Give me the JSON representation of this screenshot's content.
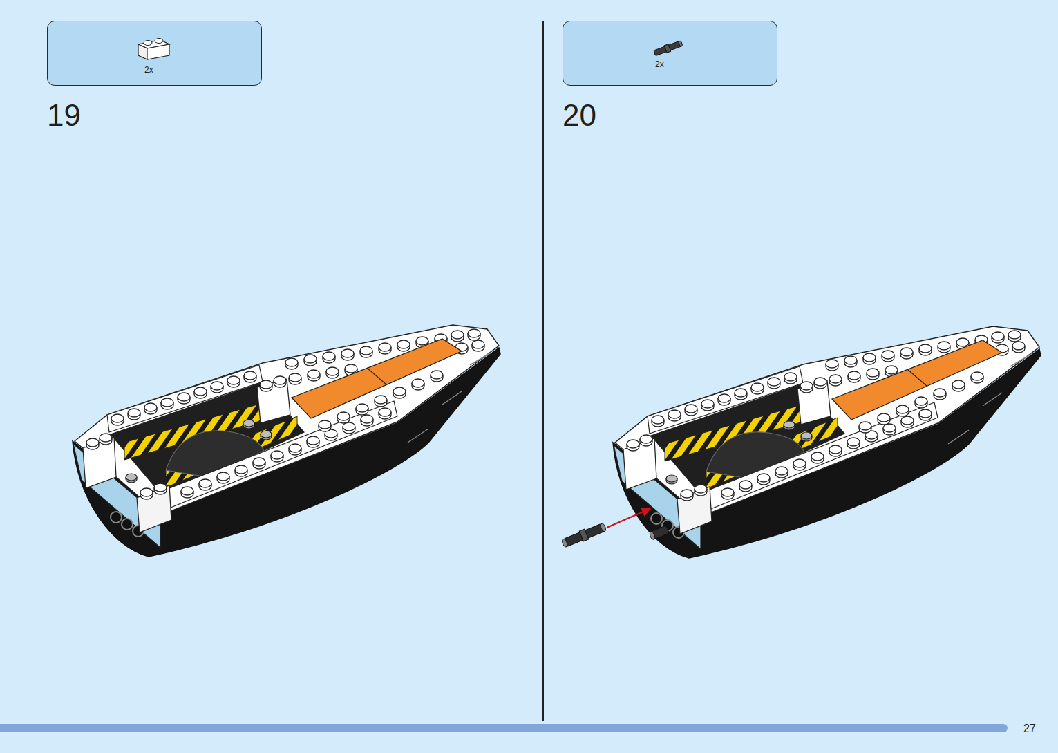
{
  "diagram": {
    "nodes": [
      {
        "text": [
          "2x"
        ]
      },
      {
        "text": [
          "2x"
        ]
      }
    ],
    "labels": [
      "19",
      "20",
      "27"
    ]
  }
}
